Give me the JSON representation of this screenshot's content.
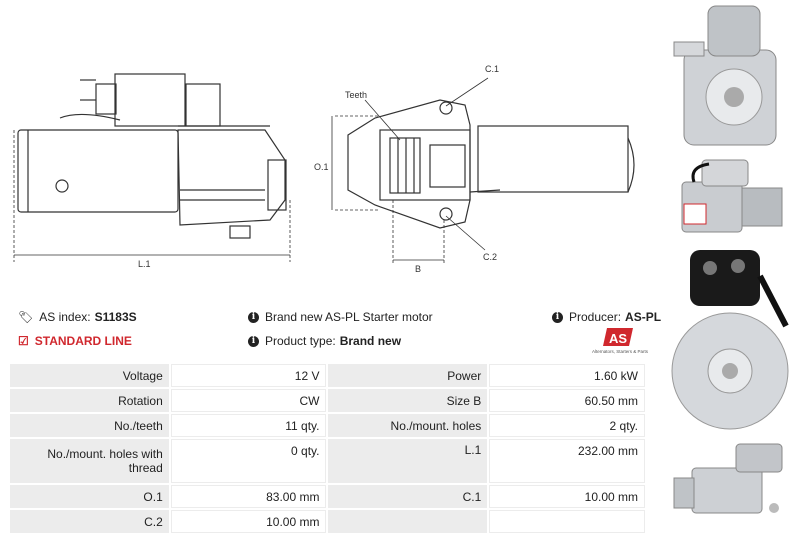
{
  "diagram": {
    "labels": {
      "teeth": "Teeth",
      "c1": "C.1",
      "c2": "C.2",
      "o1": "O.1",
      "b": "B",
      "l1": "L.1"
    }
  },
  "info": {
    "index_label": "AS index:",
    "index_value": "S1183S",
    "description": "Brand new AS-PL Starter motor",
    "producer_label": "Producer:",
    "producer_value": "AS-PL",
    "line": "STANDARD LINE",
    "type_label": "Product type:",
    "type_value": "Brand new"
  },
  "logo": {
    "mark": "AS",
    "tagline": "Alternators, Starters & Parts",
    "accent": "#d0282e"
  },
  "specs": [
    [
      {
        "k": "Voltage",
        "v": "12 V"
      },
      {
        "k": "Power",
        "v": "1.60 kW"
      }
    ],
    [
      {
        "k": "Rotation",
        "v": "CW"
      },
      {
        "k": "Size B",
        "v": "60.50 mm"
      }
    ],
    [
      {
        "k": "No./teeth",
        "v": "11 qty."
      },
      {
        "k": "No./mount. holes",
        "v": "2 qty."
      }
    ],
    [
      {
        "k": "No./mount. holes with thread",
        "v": "0 qty."
      },
      {
        "k": "L.1",
        "v": "232.00 mm"
      }
    ],
    [
      {
        "k": "O.1",
        "v": "83.00 mm"
      },
      {
        "k": "C.1",
        "v": "10.00 mm"
      }
    ],
    [
      {
        "k": "C.2",
        "v": "10.00 mm"
      },
      {
        "k": "",
        "v": ""
      }
    ]
  ]
}
